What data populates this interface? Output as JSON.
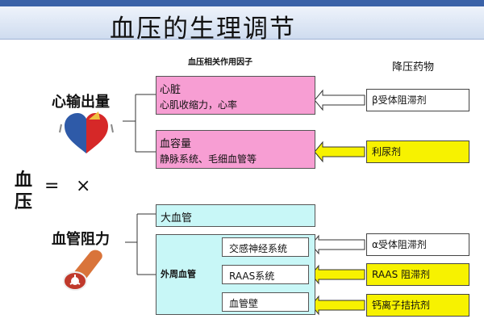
{
  "title": "血压的生理调节",
  "header_factors": "血压相关作用因子",
  "header_drugs": "降压药物",
  "equation": {
    "line1": "血",
    "line2": "压",
    "equals": "=",
    "times": "×"
  },
  "cardiac_output": {
    "label": "心输出量",
    "factors": [
      {
        "title": "心脏",
        "detail": "心肌收缩力，心率"
      },
      {
        "title": "血容量",
        "detail": "静脉系统、毛细血管等"
      }
    ]
  },
  "vascular_resistance": {
    "label": "血管阻力",
    "large_vessel": "大血管",
    "peripheral_label": "外周血管",
    "peripheral_items": [
      "交感神经系统",
      "RAAS系统",
      "血管壁"
    ]
  },
  "drugs": [
    {
      "label": "β受体阻滞剂",
      "color": "#ffffff"
    },
    {
      "label": "利尿剂",
      "color": "#f7f200"
    },
    {
      "label": "α受体阻滞剂",
      "color": "#ffffff"
    },
    {
      "label": "RAAS 阻滞剂",
      "color": "#f7f200"
    },
    {
      "label": "钙离子拮抗剂",
      "color": "#f7f200"
    }
  ],
  "colors": {
    "pink": "#f79ed3",
    "cyan": "#c8f7f7",
    "yellow": "#f7f200",
    "header_blue": "#3a62a8"
  }
}
